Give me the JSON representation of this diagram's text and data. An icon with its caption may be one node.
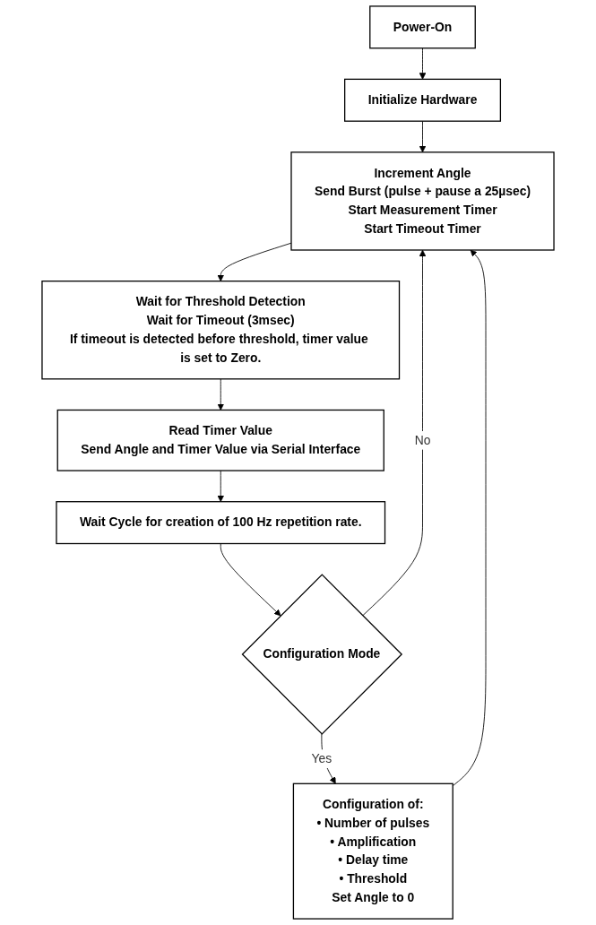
{
  "diagram": {
    "nodes": [
      {
        "text": [
          "Power-On"
        ]
      },
      {
        "text": [
          "Initialize Hardware"
        ]
      },
      {
        "text": [
          "Increment Angle",
          "Send Burst (pulse + pause a 25µsec)",
          "Start Measurement Timer",
          "Start Timeout Timer"
        ]
      },
      {
        "text": [
          "Wait for Threshold Detection",
          "Wait for Timeout (3msec)",
          "If timeout is detected before threshold, timer value is set to Zero."
        ]
      },
      {
        "text": [
          "Read Timer Value",
          "Send Angle and Timer Value via Serial Interface"
        ]
      },
      {
        "text": [
          "Wait Cycle for creation of 100 Hz repetition rate."
        ]
      },
      {
        "text": [
          "Configuration Mode"
        ]
      },
      {
        "text": [
          "Configuration of:",
          "• Number of pulses",
          "• Amplification",
          "• Delay time",
          "• Threshold",
          "Set Angle to 0"
        ]
      }
    ],
    "edges": [
      {
        "from": 0,
        "to": 1,
        "arrow": "to"
      },
      {
        "from": 1,
        "to": 2,
        "arrow": "to"
      },
      {
        "from": 2,
        "to": 3,
        "arrow": "to"
      },
      {
        "from": 3,
        "to": 4,
        "arrow": "to"
      },
      {
        "from": 4,
        "to": 5,
        "arrow": "to"
      },
      {
        "from": 5,
        "to": 6,
        "arrow": "to"
      },
      {
        "from": 6,
        "to": 2,
        "label": "No",
        "arrow": "to"
      },
      {
        "from": 6,
        "to": 7,
        "label": "Yes",
        "arrow": "to"
      },
      {
        "from": 7,
        "to": 2,
        "arrow": "to"
      }
    ]
  }
}
